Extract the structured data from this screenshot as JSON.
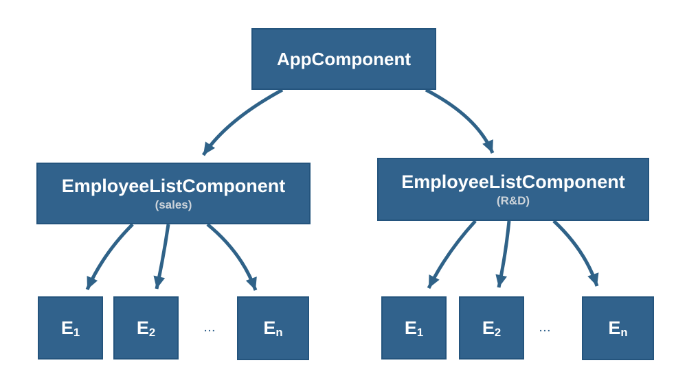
{
  "colors": {
    "background": "#ffffff",
    "box_fill": "#31628c",
    "box_border": "#24547d",
    "label_text": "#ffffff",
    "subtitle_text": "#cdd4da",
    "edge": "#2f6288"
  },
  "nodes": {
    "app": {
      "label": "AppComponent"
    },
    "sales": {
      "label": "EmployeeListComponent",
      "subtitle": "(sales)"
    },
    "rnd": {
      "label": "EmployeeListComponent",
      "subtitle": "(R&D)"
    },
    "sales_children": [
      {
        "base": "E",
        "sub": "1"
      },
      {
        "base": "E",
        "sub": "2"
      },
      {
        "base": "E",
        "sub": "n"
      }
    ],
    "rnd_children": [
      {
        "base": "E",
        "sub": "1"
      },
      {
        "base": "E",
        "sub": "2"
      },
      {
        "base": "E",
        "sub": "n"
      }
    ],
    "ellipsis": "..."
  }
}
